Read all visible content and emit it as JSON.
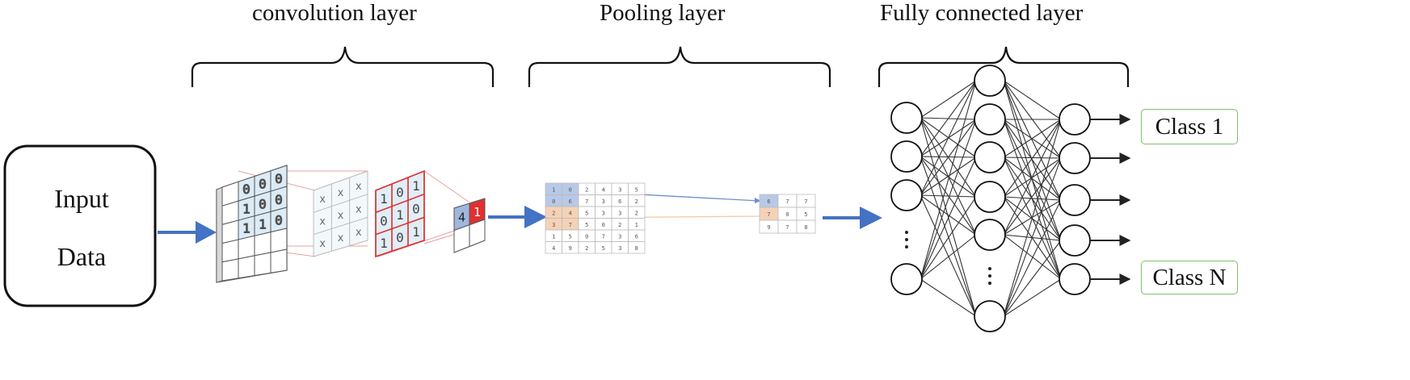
{
  "sections": {
    "convolution": "convolution layer",
    "pooling": "Pooling layer",
    "fully_connected": "Fully connected layer"
  },
  "input": {
    "line1": "Input",
    "line2": "Data"
  },
  "conv": {
    "input_grid": [
      "0",
      "0",
      "0",
      "1",
      "0",
      "0",
      "1",
      "1",
      "0"
    ],
    "kernel": [
      "x",
      "x",
      "x",
      "x",
      "x",
      "x",
      "x",
      "x",
      "x"
    ],
    "filter_grid": [
      "1",
      "0",
      "1",
      "0",
      "1",
      "0",
      "1",
      "0",
      "1"
    ],
    "output_cells": [
      "4",
      "1"
    ]
  },
  "pooling": {
    "input_grid": [
      [
        "1",
        "0",
        "2",
        "4",
        "3",
        "5"
      ],
      [
        "0",
        "6",
        "7",
        "3",
        "6",
        "2"
      ],
      [
        "2",
        "4",
        "5",
        "3",
        "3",
        "2"
      ],
      [
        "3",
        "7",
        "5",
        "0",
        "2",
        "1"
      ],
      [
        "1",
        "5",
        "0",
        "7",
        "3",
        "6"
      ],
      [
        "4",
        "9",
        "2",
        "5",
        "3",
        "8"
      ]
    ],
    "output_grid": [
      [
        "6",
        "7",
        "7"
      ],
      [
        "7",
        "0",
        "5"
      ],
      [
        "9",
        "7",
        "8"
      ]
    ]
  },
  "classes": {
    "first": "Class 1",
    "last": "Class N"
  },
  "colors": {
    "arrow": "#4472c4",
    "blue_cell": "#9fb7df",
    "orange_cell": "#f3c9a6",
    "red_cell": "#e03030",
    "green_border": "#7fbf6a"
  }
}
